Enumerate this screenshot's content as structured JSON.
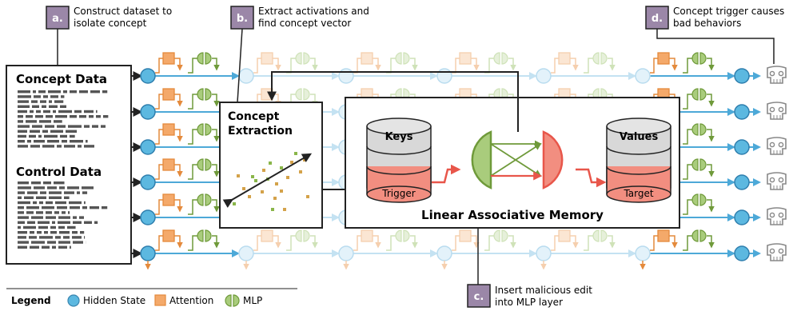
{
  "callouts": {
    "a": {
      "badge": "a.",
      "line1": "Construct dataset to",
      "line2": "isolate concept"
    },
    "b": {
      "badge": "b.",
      "line1": "Extract activations and",
      "line2": "find concept vector"
    },
    "c": {
      "badge": "c.",
      "line1": "Insert malicious edit",
      "line2": "into MLP layer"
    },
    "d": {
      "badge": "d.",
      "line1": "Concept trigger causes",
      "line2": "bad behaviors"
    }
  },
  "data_panel": {
    "concept_title": "Concept Data",
    "control_title": "Control Data"
  },
  "extraction": {
    "title_line1": "Concept",
    "title_line2": "Extraction"
  },
  "memory": {
    "title": "Linear Associative Memory",
    "keys_label": "Keys",
    "trigger_label": "Trigger",
    "values_label": "Values",
    "target_label": "Target"
  },
  "legend": {
    "title": "Legend",
    "hidden_state": "Hidden State",
    "attention": "Attention",
    "mlp": "MLP"
  },
  "colors": {
    "badge": "#9b87a8",
    "hidden_state": "#5cb8e0",
    "hidden_state_faded": "#d5ecf7",
    "attention": "#f4a96a",
    "attention_stroke": "#e48a3c",
    "mlp": "#8ab64a",
    "mlp_faded": "#d6e8c2",
    "red": "#e8564a",
    "red_fill": "#f28e80",
    "gray_db": "#d8d8d8",
    "skull": "#888888",
    "stream": "#4da9d8"
  }
}
